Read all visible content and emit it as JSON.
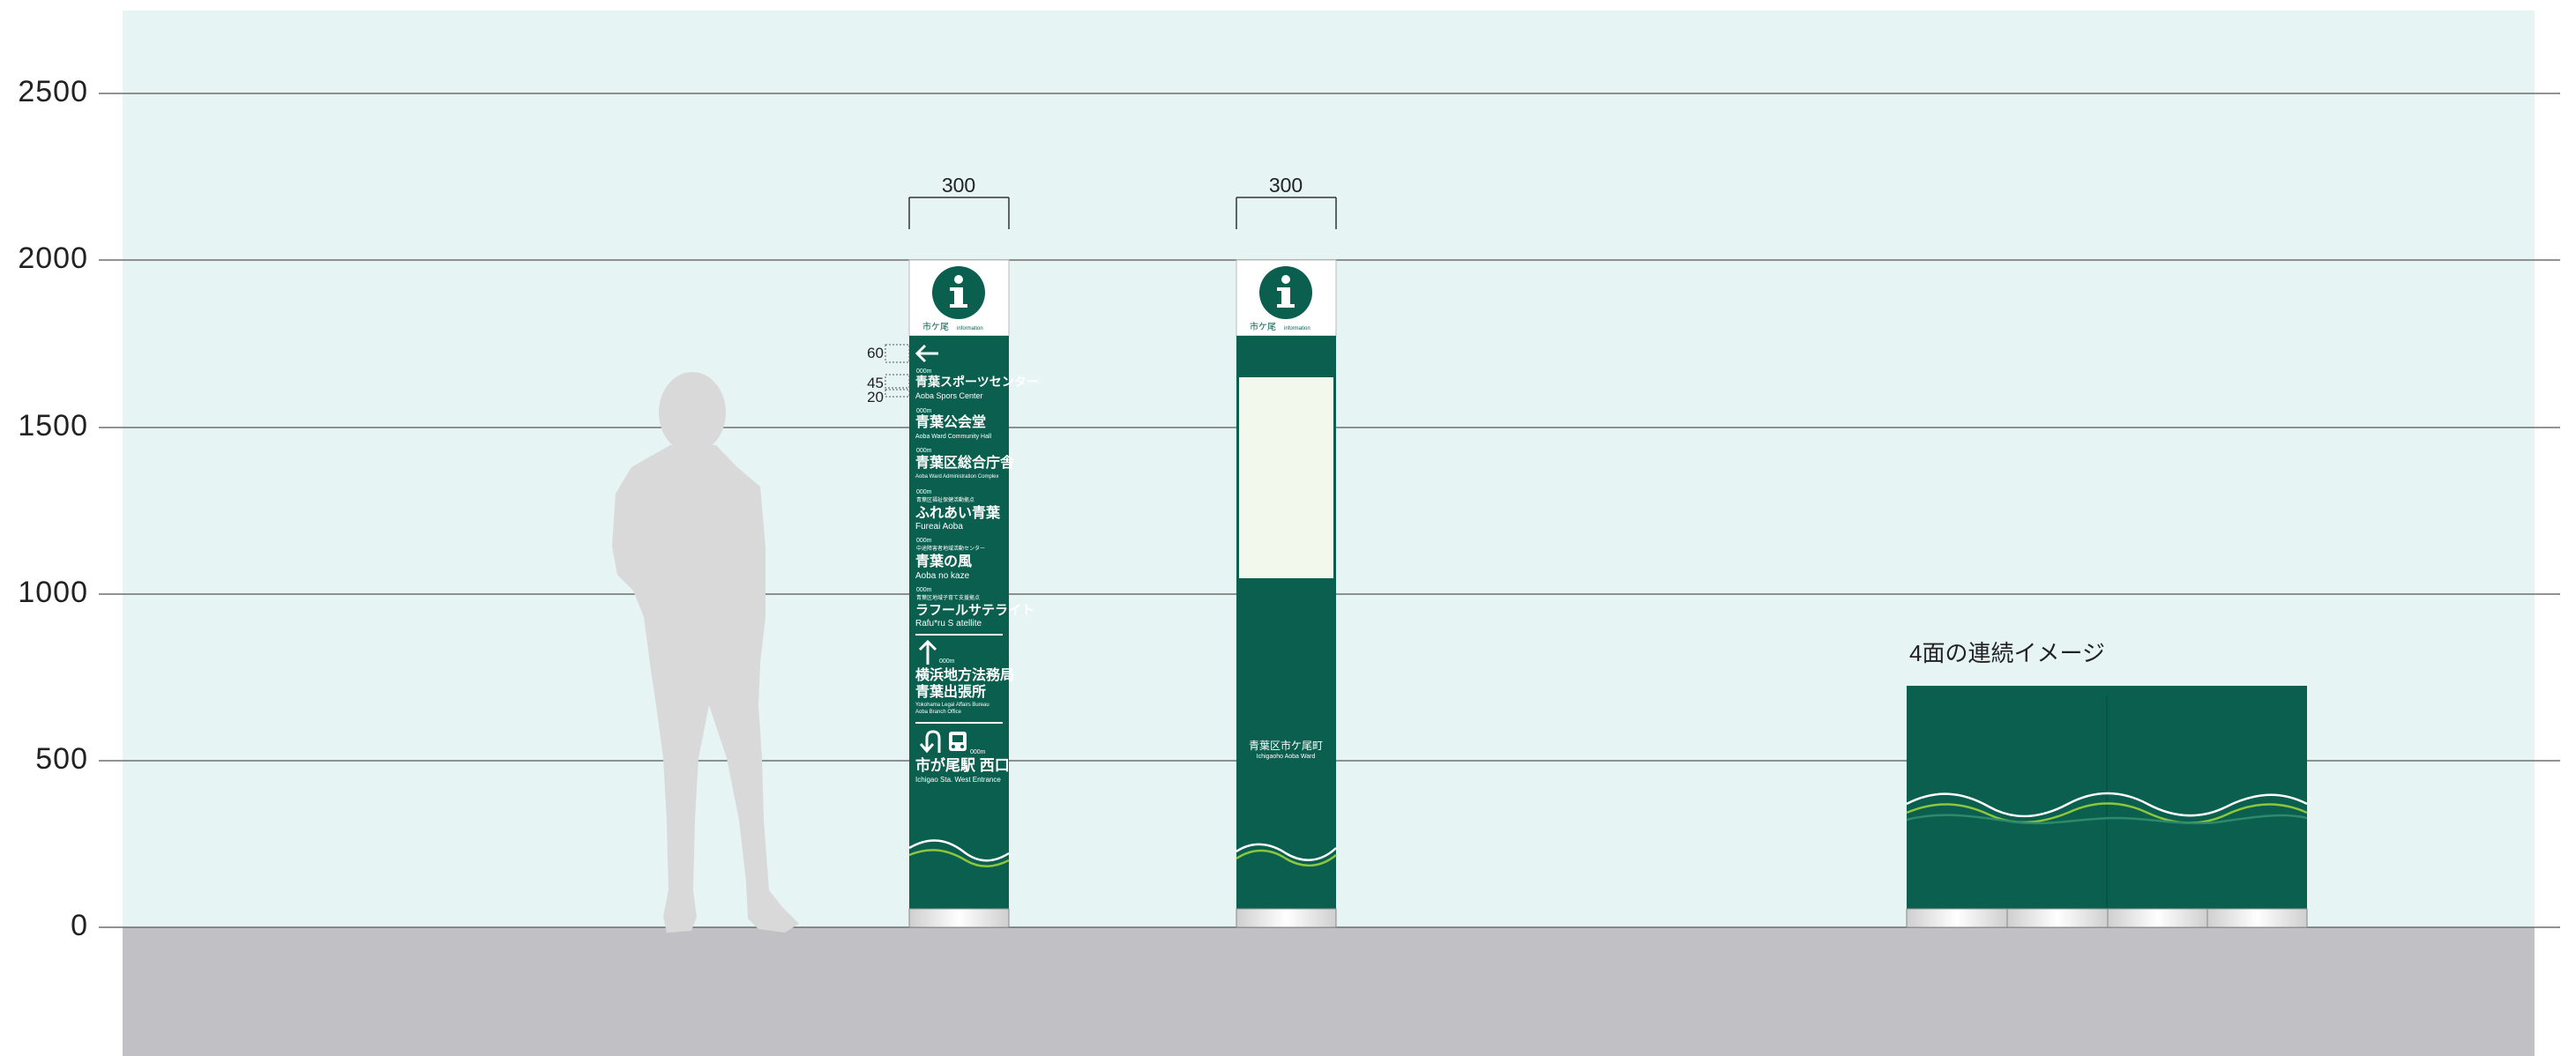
{
  "axis": {
    "labels": [
      "2500",
      "2000",
      "1500",
      "1000",
      "500",
      "0"
    ]
  },
  "sign1": {
    "width_dim": "300",
    "header_caption_main": "市ケ尾",
    "header_caption_sub": "information",
    "margin_dims": [
      "60",
      "45",
      "20"
    ],
    "entries": [
      {
        "dist": "000m",
        "jp": "青葉スポーツセンター",
        "en": "Aoba Spors Center"
      },
      {
        "dist": "000m",
        "jp": "青葉公会堂",
        "en": "Aoba Ward Community Hall"
      },
      {
        "dist": "000m",
        "jp": "青葉区総合庁舎",
        "en": "Aoba Ward Administration Complex"
      },
      {
        "dist": "000m",
        "sub": "青葉区福祉保健活動拠点",
        "jp": "ふれあい青葉",
        "en": "Fureai Aoba"
      },
      {
        "dist": "000m",
        "sub": "中途障害者地域活動センター",
        "jp": "青葉の風",
        "en": "Aoba no kaze"
      },
      {
        "dist": "000m",
        "sub": "青葉区地域子育て支援拠点",
        "jp": "ラフールサテライト",
        "en": "Rafu*ru  S atellite"
      }
    ],
    "up_dist": "000m",
    "up_jp_1": "横浜地方法務局",
    "up_jp_2": "青葉出張所",
    "up_en_1": "Yokohama Legal Affairs Bureau",
    "up_en_2": "Aoba Branch Office",
    "station_dist": "000m",
    "station_jp": "市が尾駅 西口",
    "station_en": "Ichigao Sta. West Entrance"
  },
  "sign2": {
    "width_dim": "300",
    "header_caption_main": "市ケ尾",
    "header_caption_sub": "information",
    "area_jp": "青葉区市ケ尾町",
    "area_en": "Ichigaoho Aoba Ward"
  },
  "panorama": {
    "title": "4面の連続イメージ"
  },
  "colors": {
    "sky": "#e6f4f3",
    "ground": "#c1c0c4",
    "sign_green": "#0a5f4f",
    "info_circle": "#0a5f4f",
    "wave_light": "#8cc63f",
    "silhouette": "#d9d9d9",
    "panel": "#f3f8ec"
  }
}
